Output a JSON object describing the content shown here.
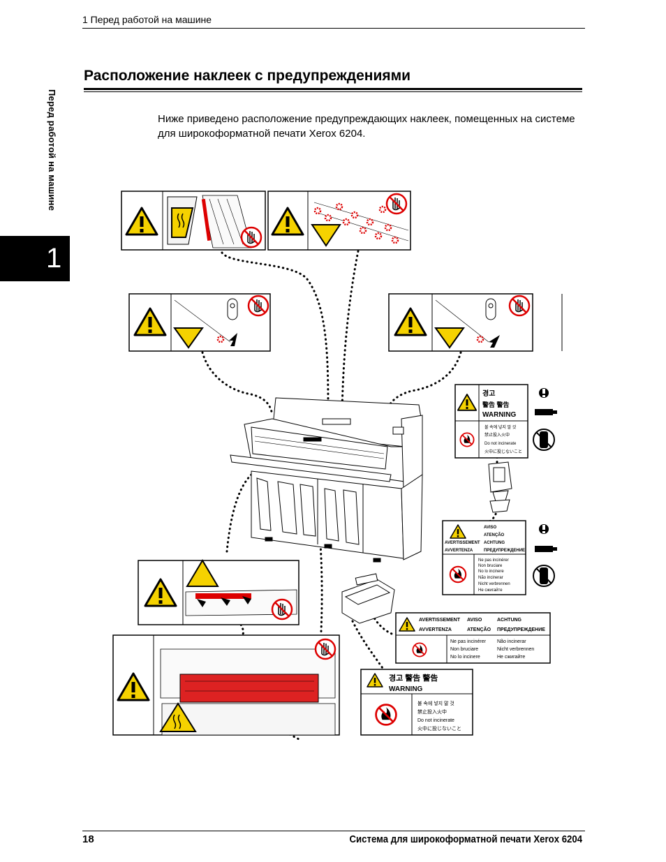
{
  "header": {
    "running_title": "1 Перед работой на машине"
  },
  "side_tab": {
    "label": "Перед работой на машине",
    "chapter_number": "1"
  },
  "section": {
    "title": "Расположение наклеек с предупреждениями"
  },
  "intro": "Ниже приведено расположение предупреждающих наклеек, помещенных на системе для широкоформатной печати Xerox 6204.",
  "labels": {
    "toner_korean": "경고",
    "toner_cjk": "警告  警告",
    "toner_warning": "WARNING",
    "toner_lines": [
      "불 속에 넣지 말 것",
      "禁止投入火中",
      "Do not incinerate",
      "火中に投じないこと"
    ],
    "drum_head1": [
      "AVISO",
      "ATENÇÃO"
    ],
    "drum_head2": [
      "AVERTISSEMENT",
      "ACHTUNG"
    ],
    "drum_head3": [
      "AVVERTENZA",
      "ПРЕДУПРЕЖДЕНИЕ"
    ],
    "drum_lines": [
      "Ne pas incinérer",
      "Non bruciare",
      "No lo incinere",
      "Não incinerar",
      "Nicht verbrennen",
      "Не сжигайте"
    ],
    "drum2_head1": [
      "AVERTISSEMENT",
      "AVISO",
      "ACHTUNG"
    ],
    "drum2_head2": [
      "AVVERTENZA",
      "ATENÇÃO",
      "ПРЕДУПРЕЖДЕНИЕ"
    ],
    "drum2_col1": [
      "Ne pas incinérer",
      "Non bruciare",
      "No lo incinere"
    ],
    "drum2_col2": [
      "Não incinerar",
      "Nicht verbrennen",
      "Не сжигайте"
    ],
    "bottom_head": "경고  警告  警告",
    "bottom_warning": "WARNING",
    "bottom_lines": [
      "불 속에 넣지 말 것",
      "禁止投入火中",
      "Do not incinerate",
      "火中に投じないこと"
    ]
  },
  "footer": {
    "page_number": "18",
    "title": "Система для широкоформатной печати Xerox 6204"
  }
}
